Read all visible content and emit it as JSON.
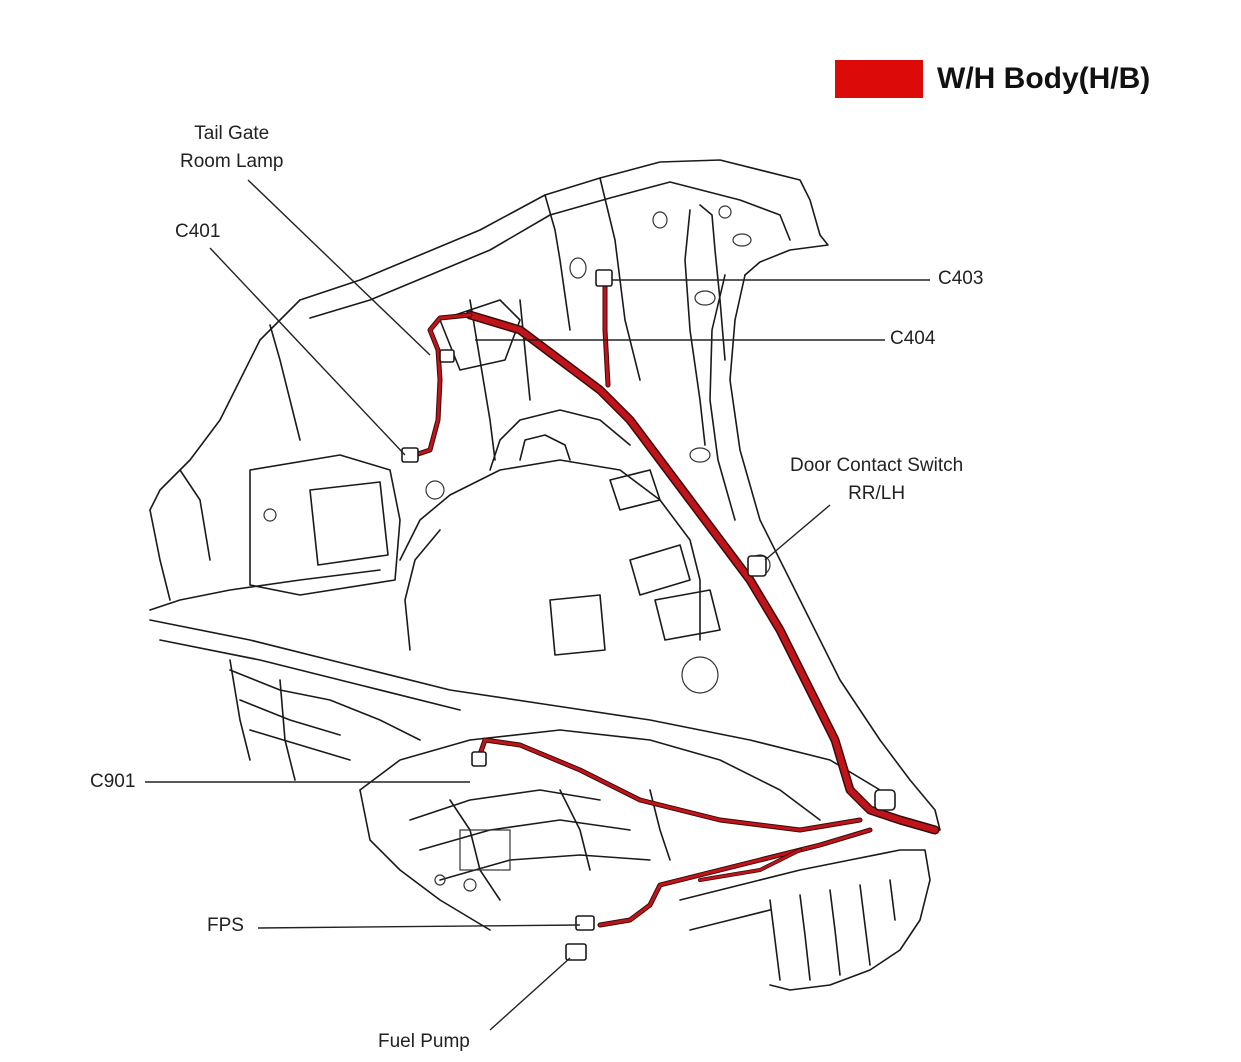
{
  "legend": {
    "label": "W/H Body(H/B)",
    "color": "#dd0a0a"
  },
  "labels": {
    "tail_gate_room_lamp_line1": "Tail Gate",
    "tail_gate_room_lamp_line2": "Room Lamp",
    "c401": "C401",
    "c403": "C403",
    "c404": "C404",
    "door_contact_switch_line1": "Door Contact Switch",
    "door_contact_switch_line2": "RR/LH",
    "c901": "C901",
    "fps": "FPS",
    "fuel_pump": "Fuel Pump"
  },
  "colors": {
    "wire": "#c0141b",
    "wire_outline": "#3a0a0a",
    "line_art": "#1a1a1a"
  }
}
